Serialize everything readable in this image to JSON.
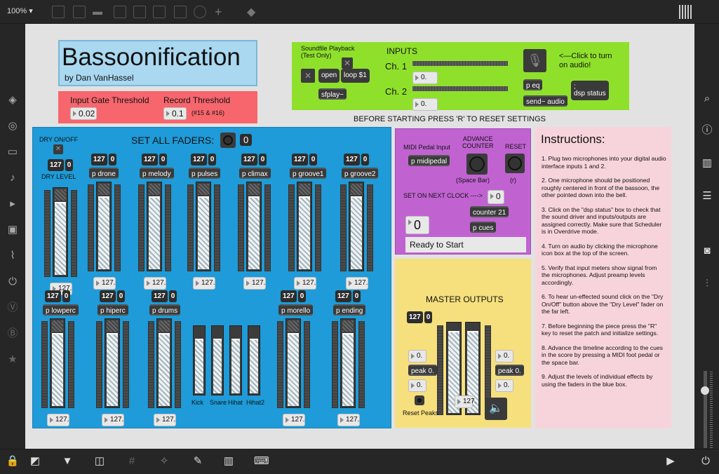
{
  "toolbar": {
    "zoom": "100%"
  },
  "title": {
    "main": "Bassoonification",
    "author": "by Dan VanHassel"
  },
  "threshold": {
    "input_label": "Input Gate Threshold",
    "input_value": "0.02",
    "record_label": "Record Threshold",
    "record_value": "0.1",
    "record_note": "(#15 & #16)"
  },
  "inputs": {
    "soundfile_label": "Soundfile Playback\n(Test Only)",
    "open": "open",
    "loop": "loop $1",
    "sfplay": "sfplay~",
    "title": "INPUTS",
    "ch1": "Ch. 1",
    "ch2": "Ch. 2",
    "ch1_value": "0.",
    "ch2_value": "0.",
    "peq": "p eq",
    "send": "send~ audio",
    "click_note": "<—Click to turn on audio!",
    "dsp": "dsp status",
    "dsp_prefix": ";"
  },
  "reset_note": "BEFORE STARTING PRESS 'R' TO RESET SETTINGS",
  "faders": {
    "dry_label": "DRY ON/OFF",
    "dry_level": "DRY LEVEL",
    "set_all": "SET ALL FADERS:",
    "set_all_value": "0",
    "row1": [
      {
        "pair": [
          "127",
          "0"
        ],
        "name": "",
        "value": "127."
      },
      {
        "pair": [
          "127",
          "0"
        ],
        "name": "p drone",
        "value": "127."
      },
      {
        "pair": [
          "127",
          "0"
        ],
        "name": "p melody",
        "value": "127."
      },
      {
        "pair": [
          "127",
          "0"
        ],
        "name": "p pulses",
        "value": "127."
      },
      {
        "pair": [
          "127",
          "0"
        ],
        "name": "p climax",
        "value": "127."
      },
      {
        "pair": [
          "127",
          "0"
        ],
        "name": "p groove1",
        "value": "127."
      },
      {
        "pair": [
          "127",
          "0"
        ],
        "name": "p groove2",
        "value": "127."
      }
    ],
    "row2": [
      {
        "pair": [
          "127",
          "0"
        ],
        "name": "p lowperc",
        "value": "127."
      },
      {
        "pair": [
          "127",
          "0"
        ],
        "name": "p hiperc",
        "value": "127."
      },
      {
        "pair": [
          "127",
          "0"
        ],
        "name": "p drums",
        "value": "127."
      },
      {
        "pair": [
          "127",
          "0"
        ],
        "name": "p morello",
        "value": "127."
      },
      {
        "pair": [
          "127",
          "0"
        ],
        "name": "p ending",
        "value": "127."
      }
    ],
    "drum_labels": [
      "Kick",
      "Snare",
      "Hihat",
      "Hihat2"
    ]
  },
  "cue": {
    "midi_label": "MIDI Pedal Input",
    "midi_obj": "p midipedal",
    "advance": "ADVANCE\nCOUNTER",
    "reset": "RESET",
    "space": "(Space Bar)",
    "r": "(r)",
    "next_clock": "SET ON NEXT CLOCK ---->",
    "next_value": "0",
    "counter": "counter 21",
    "cues": "p cues",
    "cue_value": "0",
    "status": "Ready to Start"
  },
  "master": {
    "title": "MASTER OUTPUTS",
    "pair": [
      "127",
      "0"
    ],
    "left_top": "0.",
    "left_peak": "peak 0.",
    "left_bottom": "0.",
    "right_top": "0.",
    "right_peak": "peak 0.",
    "right_bottom": "0.",
    "value": "127.",
    "reset_peaks": "Reset Peaks"
  },
  "instructions": {
    "title": "Instructions:",
    "items": [
      "1. Plug two microphones into your digital audio interface inputs 1 and 2.",
      "2. One microphone should be positioned roughly centered in front of the bassoon, the other pointed down into the bell.",
      "3. Click on the \"dsp status\" box to check that the sound driver and inputs/outputs are assigned correctly. Make sure that Scheduler is in Overdrive mode.",
      "4. Turn on audio by clicking the microphone icon box at the top of the screen.",
      "5. Verify that input meters show signal from the microphones. Adjust preamp levels accordingly.",
      "6. To hear un-effected sound click on the \"Dry On/Off\" button above the \"Dry Level\" fader on the far left.",
      "7. Before beginning the piece press the \"R\" key to reset the patch and initialize settings.",
      "8. Advance the timeline according to the cues in the score by pressing a MIDI foot pedal or the space bar.",
      "9. Adjust the levels of individual effects by using the faders in the blue box."
    ]
  }
}
